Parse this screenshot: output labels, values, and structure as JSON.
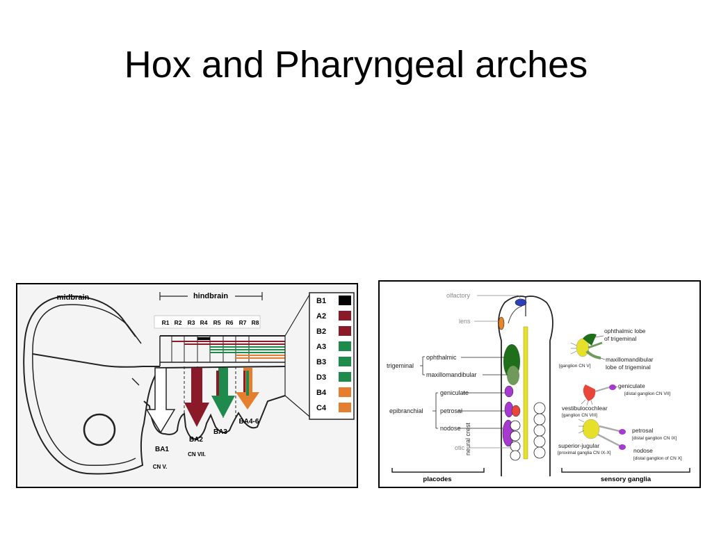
{
  "slide": {
    "title": "Hox and Pharyngeal arches"
  },
  "hindbrain_figure": {
    "labels": {
      "midbrain": "midbrain",
      "hindbrain": "hindbrain"
    },
    "rhombomeres": [
      "R1",
      "R2",
      "R3",
      "R4",
      "R5",
      "R6",
      "R7",
      "R8"
    ],
    "arches": [
      "BA1",
      "BA2",
      "BA3",
      "BA4-6"
    ],
    "nerves": [
      "CN V.",
      "CN VII."
    ],
    "legend": [
      {
        "gene": "B1",
        "color": "#000000"
      },
      {
        "gene": "A2",
        "color": "#8b1a28"
      },
      {
        "gene": "B2",
        "color": "#8b1a28"
      },
      {
        "gene": "A3",
        "color": "#1e8a4c"
      },
      {
        "gene": "B3",
        "color": "#1e8a4c"
      },
      {
        "gene": "D3",
        "color": "#1e8a4c"
      },
      {
        "gene": "B4",
        "color": "#e67e2f"
      },
      {
        "gene": "C4",
        "color": "#e67e2f"
      }
    ]
  },
  "ganglia_figure": {
    "left_labels": {
      "olfactory": "olfactory",
      "lens": "lens",
      "trigeminal": "trigeminal",
      "ophthalmic": "ophthalmic",
      "maxillomandibular": "maxillomandibular",
      "epibranchial": "epibranchial",
      "geniculate": "geniculate",
      "petrosal": "petrosal",
      "nodose": "nodose",
      "otic": "otic",
      "neural_crest": "neural crest",
      "placodes": "placodes"
    },
    "right_labels": {
      "ophthalmic_lobe_1": "ophthalmic lobe",
      "ophthalmic_lobe_2": "of trigeminal",
      "ganglion_cn_v": "[ganglion CN V]",
      "maxillomandibular_lobe_1": "maxillomandibular",
      "maxillomandibular_lobe_2": "lobe of trigeminal",
      "geniculate": "geniculate",
      "geniculate_note": "[distal ganglion CN VII]",
      "vestibulocochlear": "vestibulocochlear",
      "vestibulocochlear_note": "[ganglion CN VIII]",
      "petrosal": "petrosal",
      "petrosal_note": "[distal ganglion CN IX]",
      "superior_jugular": "superior-jugular",
      "superior_jugular_note": "[proximal ganglia CN IX-X]",
      "nodose": "nodose",
      "nodose_note": "[distal ganglion of CN X]",
      "sensory_ganglia": "sensory ganglia"
    },
    "colors": {
      "olfactory": "#2a3fb8",
      "lens": "#e8852a",
      "ophthalmic": "#1f6e1a",
      "maxillomandibular": "#6f9a5a",
      "epibranchial": "#a63ad0",
      "petrosal_red": "#e8463a",
      "neural_crest": "#e6e02a"
    }
  }
}
